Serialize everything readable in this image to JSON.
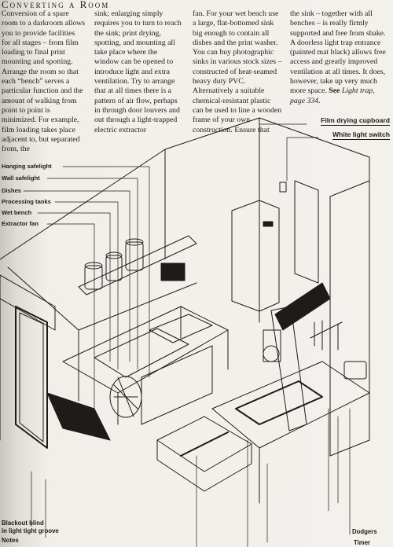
{
  "page": {
    "header": "Converting a Room",
    "columns": [
      "Conversion of a spare room to a darkroom allows you to provide facilities for all stages – from film loading to final print mounting and spotting. Arrange the room so that each “bench” serves a particular function and the amount of walking from point to point is minimized. For example, film loading takes place adjacent to, but separated from, the",
      "sink; enlarging simply requires you to turn to reach the sink; print drying, spotting, and mounting all take place where the window can be opened to introduce light and extra ventilation. Try to arrange that at all times there is a pattern of air flow, perhaps in through door louvers and out through a light-trapped electric extractor",
      "fan. For your wet bench use a large, flat-bottomed sink big enough to contain all dishes and the print washer. You can buy photographic sinks in various stock sizes – constructed of heat-seamed heavy duty PVC. Alternatively a suitable chemical-resistant plastic can be used to line a wooden frame of your own construction. Ensure that",
      "the sink – together with all benches – is really firmly supported and free from shake. A doorless light trap entrance (painted mat black) allows free access and greatly improved ventilation at all times. It does, however, take up very much more space."
    ],
    "see_label": "See",
    "see_ref": "Light trap, page 334."
  },
  "callouts": {
    "right_top": [
      "Film drying cupboard",
      "White light switch"
    ],
    "left": [
      "Hanging safelight",
      "Wall safelight",
      "Dishes",
      "Processing tanks",
      "Wet bench",
      "Extractor fan"
    ],
    "bottom_left": [
      "Blackout blind",
      "in light tight groove",
      "Notes"
    ],
    "bottom_right": [
      "Dodgers",
      "Timer"
    ]
  }
}
